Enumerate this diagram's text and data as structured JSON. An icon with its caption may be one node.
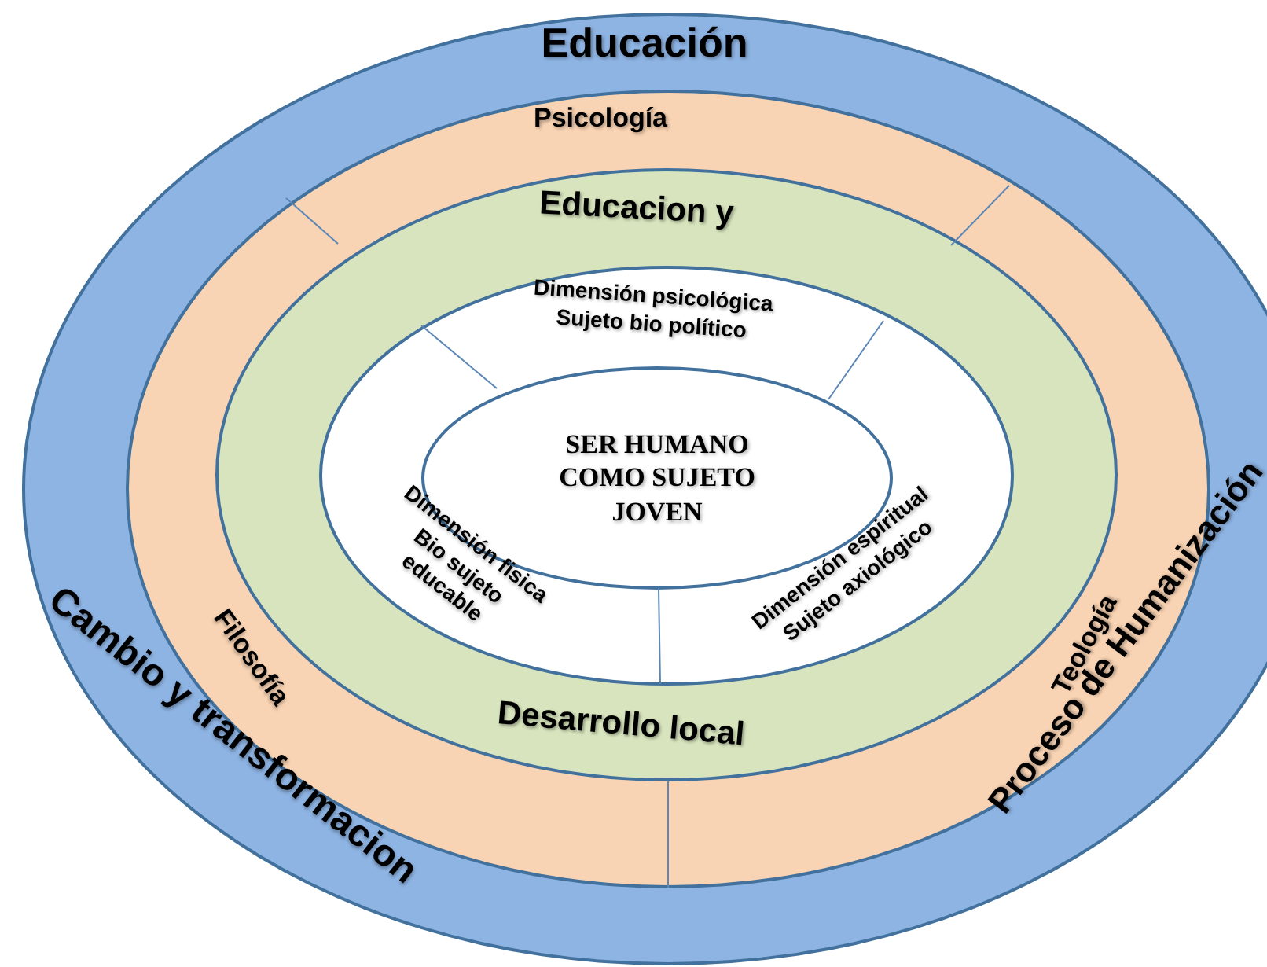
{
  "diagram": {
    "nodes": [
      {
        "text": [
          "Educación"
        ]
      },
      {
        "text": [
          "Psicología"
        ],
        "in": 0
      },
      {
        "text": [
          "Educacion y",
          "Desarrollo local"
        ],
        "in": 1
      },
      {
        "text": [
          "Dimensión psicológica Sujeto bio político"
        ],
        "in": 2
      },
      {
        "text": [
          "SER HUMANO COMO SUJETO JOVEN"
        ],
        "in": 3
      }
    ],
    "labels": [
      "Filosofía",
      "Dimensión fisica Bio sujeto educable",
      "Dimensión espiritual Sujeto axiológico",
      "Teología",
      "Cambio y transformacion",
      "Proceso de Humanización"
    ]
  }
}
